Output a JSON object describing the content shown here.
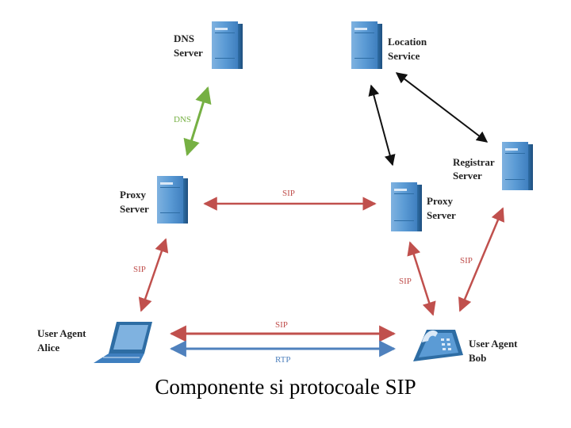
{
  "diagram": {
    "nodes": {
      "dns_server": {
        "label_line1": "DNS",
        "label_line2": "Server"
      },
      "location_service": {
        "label_line1": "Location",
        "label_line2": "Service"
      },
      "registrar_server": {
        "label_line1": "Registrar",
        "label_line2": "Server"
      },
      "proxy_left": {
        "label_line1": "Proxy",
        "label_line2": "Server"
      },
      "proxy_right": {
        "label_line1": "Proxy",
        "label_line2": "Server"
      },
      "user_agent_alice": {
        "label_line1": "User Agent",
        "label_line2": "Alice"
      },
      "user_agent_bob": {
        "label_line1": "User Agent",
        "label_line2": "Bob"
      }
    },
    "edges": {
      "dns": {
        "label": "DNS",
        "color": "#76b043"
      },
      "proxy_proxy": {
        "label": "SIP",
        "color": "#c0504d"
      },
      "alice_proxy": {
        "label": "SIP",
        "color": "#c0504d"
      },
      "proxy_bob": {
        "label": "SIP",
        "color": "#c0504d"
      },
      "bob_registrar": {
        "label": "SIP",
        "color": "#c0504d"
      },
      "alice_bob_sip": {
        "label": "SIP",
        "color": "#c0504d"
      },
      "alice_bob_rtp": {
        "label": "RTP",
        "color": "#4f81bd"
      },
      "location_proxy": {
        "color": "#111111"
      },
      "location_registrar": {
        "color": "#111111"
      }
    }
  },
  "caption": "Componente si protocoale SIP",
  "colors": {
    "server_front": "#5b9bd5",
    "server_side": "#2e6da4",
    "sip": "#c0504d",
    "dns": "#76b043",
    "rtp": "#4f81bd",
    "control": "#111111"
  }
}
